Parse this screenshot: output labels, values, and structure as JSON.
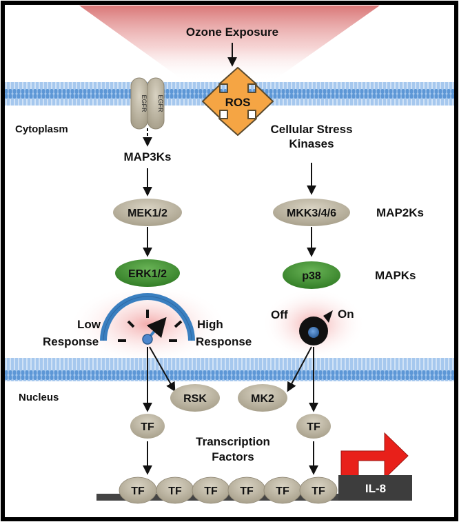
{
  "labels": {
    "ozone": "Ozone Exposure",
    "ros": "ROS",
    "egfr": "EGFR",
    "cytoplasm": "Cytoplasm",
    "map3ks": "MAP3Ks",
    "cellular_stress_1": "Cellular Stress",
    "cellular_stress_2": "Kinases",
    "mek": "MEK1/2",
    "mkk": "MKK3/4/6",
    "map2ks": "MAP2Ks",
    "erk": "ERK1/2",
    "p38": "p38",
    "mapks": "MAPKs",
    "low_1": "Low",
    "low_2": "Response",
    "high_1": "High",
    "high_2": "Response",
    "off": "Off",
    "on": "On",
    "nucleus": "Nucleus",
    "rsk": "RSK",
    "mk2": "MK2",
    "tf": "TF",
    "tf_caption_1": "Transcription",
    "tf_caption_2": "Factors",
    "il8": "IL-8"
  },
  "colors": {
    "membrane_blue": "#7aaee0",
    "gray_node": "#bdb6a3",
    "green_node": "#4c9a3c",
    "ros_orange": "#f5a544",
    "gauge_blue": "#3a7fc0",
    "knob_blue": "#4d86cc",
    "arrow_red": "#e8201a",
    "gene_box": "#3d3d3d",
    "cone_red": "#d77070"
  },
  "icons": {
    "gauge": "speedometer-gauge-icon",
    "switch": "toggle-knob-icon",
    "promoter": "bent-arrow-icon"
  }
}
